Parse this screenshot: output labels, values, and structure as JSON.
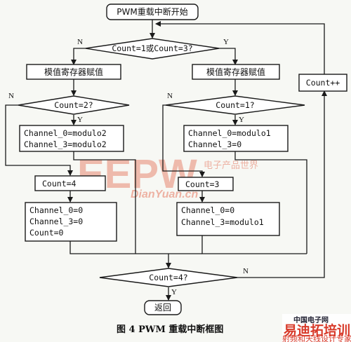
{
  "nodes": {
    "start": "PWM重载中断开始",
    "decision_main": "Count=1或Count=3?",
    "assign_left": "模值寄存器赋值",
    "assign_right": "模值寄存器赋值",
    "decision_left": "Count=2?",
    "decision_right": "Count=1?",
    "left_yes_line1": "Channel_0=modulo2",
    "left_yes_line2": "Channel_3=modulo2",
    "right_yes_line1": "Channel_0=modulo1",
    "right_yes_line2": "Channel_3=0",
    "left_count": "Count=4",
    "right_count": "Count=3",
    "left_bottom_line1": "Channel_0=0",
    "left_bottom_line2": "Channel_3=0",
    "left_bottom_line3": "Count=0",
    "right_bottom_line1": "Channel_0=0",
    "right_bottom_line2": "Channel_3=modulo1",
    "increment": "Count++",
    "decision_end": "Count=4?",
    "return": "返回"
  },
  "labels": {
    "yes": "Y",
    "no": "N"
  },
  "caption": "图 4  PWM 重载中断框图",
  "watermark": {
    "big": "EEPW",
    "site": "DianYuan.cn",
    "cn": "电子产品世界"
  },
  "logo": {
    "main": "易迪拓培训",
    "sub": "射频和天线设计专家",
    "corner": "中国电子网"
  }
}
